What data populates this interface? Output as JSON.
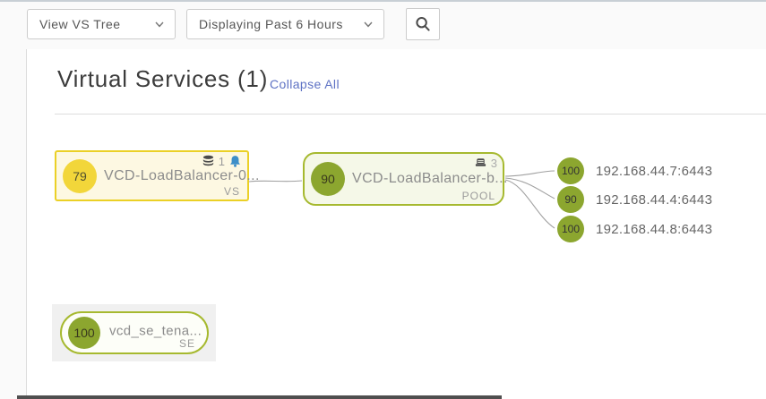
{
  "toolbar": {
    "view_dropdown": {
      "value": "View VS Tree"
    },
    "time_dropdown": {
      "value": "Displaying Past 6 Hours"
    }
  },
  "header": {
    "title": "Virtual Services (1)",
    "collapse_all": "Collapse All"
  },
  "tree": {
    "vs_node": {
      "health_score": "79",
      "name": "VCD-LoadBalancer-0...",
      "pool_count": "1",
      "type_label": "VS",
      "icons": [
        "database-icon",
        "bell-icon"
      ]
    },
    "pool_node": {
      "health_score": "90",
      "name": "VCD-LoadBalancer-b...",
      "server_count": "3",
      "type_label": "POOL",
      "icons": [
        "servers-icon"
      ]
    },
    "servers": [
      {
        "health_score": "100",
        "address": "192.168.44.7:6443"
      },
      {
        "health_score": "90",
        "address": "192.168.44.4:6443"
      },
      {
        "health_score": "100",
        "address": "192.168.44.8:6443"
      }
    ],
    "se_node": {
      "health_score": "100",
      "name": "vcd_se_tena...",
      "type_label": "SE"
    }
  },
  "colors": {
    "vs_border_yellow": "#ebd026",
    "vs_bg": "#fdf8e2",
    "vs_badge_yellow": "#f2d63a",
    "pool_border_green": "#a6b92f",
    "pool_bg": "#f5f8e8",
    "health_badge_green": "#8ca62f",
    "link_blue": "#5e72c4",
    "bell_blue": "#3e8fc8"
  }
}
